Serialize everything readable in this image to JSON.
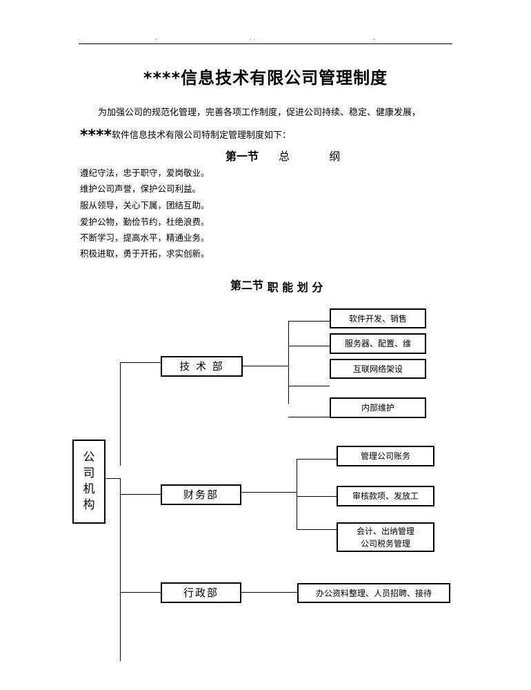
{
  "header": {
    "dots": [
      "..",
      ". .",
      ".."
    ]
  },
  "title": "****信息技术有限公司管理制度",
  "intro": {
    "line1": "为加强公司的规范化管理，完善各项工作制度，促进公司持续、稳定、健康发展，",
    "line2_stars": "****",
    "line2_text": "软件信息技术有限公司特制定管理制度如下："
  },
  "section1": {
    "number": "第一节",
    "title_a": "总",
    "title_b": "纲",
    "rules": [
      "遵纪守法，忠于职守，爱岗敬业。",
      "维护公司声誉，保护公司利益。",
      "服从领导，关心下属，团结互助。",
      "爱护公物，勤俭节约，杜绝浪费。",
      "不断学习，提高水平，精通业务。",
      "积极进取，勇于开拓，求实创新。"
    ]
  },
  "section2": {
    "number": "第二节",
    "title": "职 能 划 分"
  },
  "org": {
    "root": [
      "公",
      "司",
      "机",
      "构"
    ],
    "tech": {
      "name": "技 术 部",
      "duties": [
        "软件开发、销售",
        "服务器、配置、维",
        "互联网络架设",
        "内部维护"
      ]
    },
    "finance": {
      "name": "财务部",
      "duties": [
        "管理公司账务",
        "审核款项、发放工",
        "会计、出纳管理",
        "公司税务管理"
      ]
    },
    "admin": {
      "name": "行政部",
      "duties": [
        "办公资料整理、人员招聘、接待"
      ]
    }
  }
}
